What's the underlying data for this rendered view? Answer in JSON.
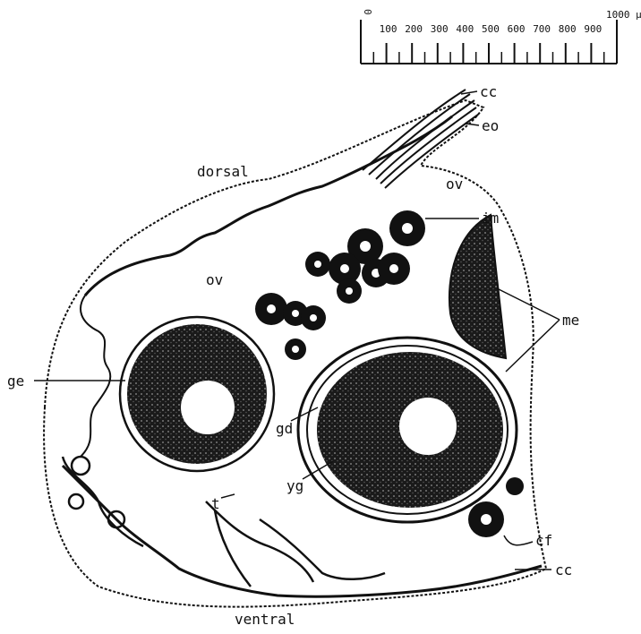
{
  "scale_bar": {
    "ticks": [
      "0",
      "100",
      "200",
      "300",
      "400",
      "500",
      "600",
      "700",
      "800",
      "900",
      "1000 μ"
    ]
  },
  "orientation": {
    "top": "dorsal",
    "bottom": "ventral"
  },
  "regions": {
    "ov_upper": "ov",
    "ov_left": "ov"
  },
  "labels": {
    "cc_top": "cc",
    "eo": "eo",
    "im": "im",
    "me": "me",
    "ge": "ge",
    "gd": "gd",
    "yg": "yg",
    "t": "t",
    "cf": "cf",
    "cc_bottom": "cc"
  }
}
